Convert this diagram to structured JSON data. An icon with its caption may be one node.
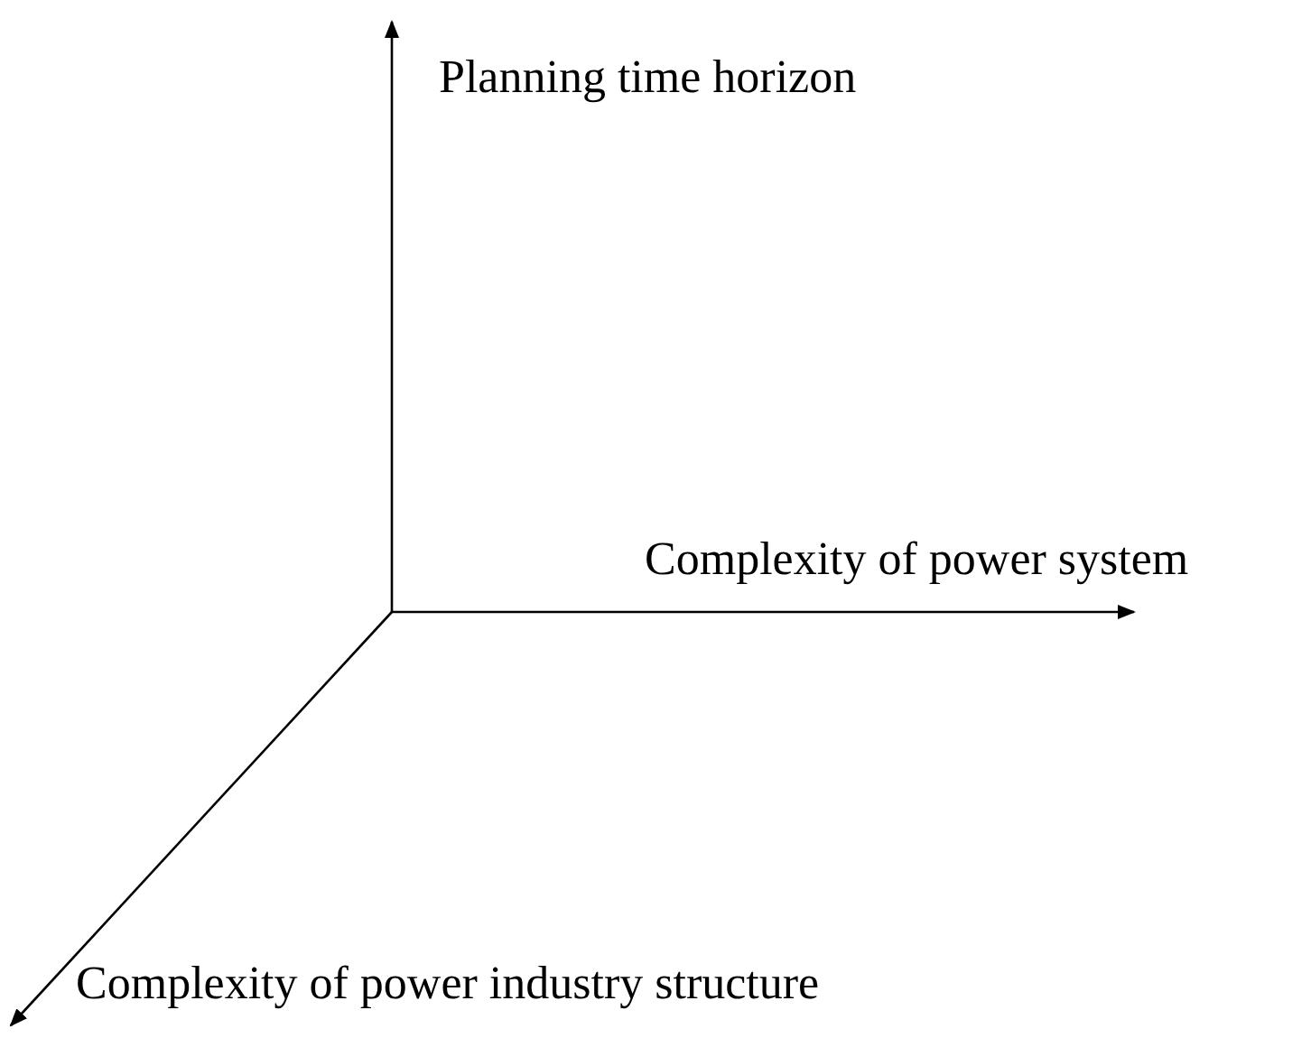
{
  "diagram": {
    "labels": [
      "Planning time horizon",
      "Complexity of power system",
      "Complexity of power industry structure"
    ]
  }
}
